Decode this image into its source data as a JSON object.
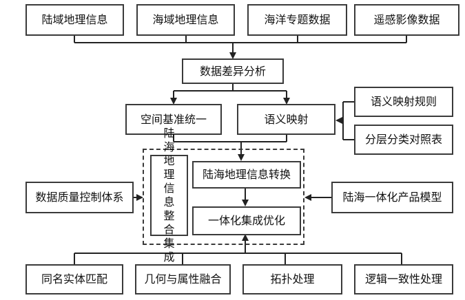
{
  "diagram": {
    "sources": [
      "陆域地理信息",
      "海域地理信息",
      "海洋专题数据",
      "遥感影像数据"
    ],
    "analysis": "数据差异分析",
    "spatial_unify": "空间基准统一",
    "semantic_mapping": "语义映射",
    "semantic_rules": "语义映射规则",
    "layer_table": "分层分类对照表",
    "integration_label": "陆海地理信息整合集成",
    "conversion": "陆海地理信息转换",
    "optimization": "一体化集成优化",
    "quality_control": "数据质量控制体系",
    "product_model": "陆海一体化产品模型",
    "processes": [
      "同名实体匹配",
      "几何与属性融合",
      "拓扑处理",
      "逻辑一致性处理"
    ]
  }
}
